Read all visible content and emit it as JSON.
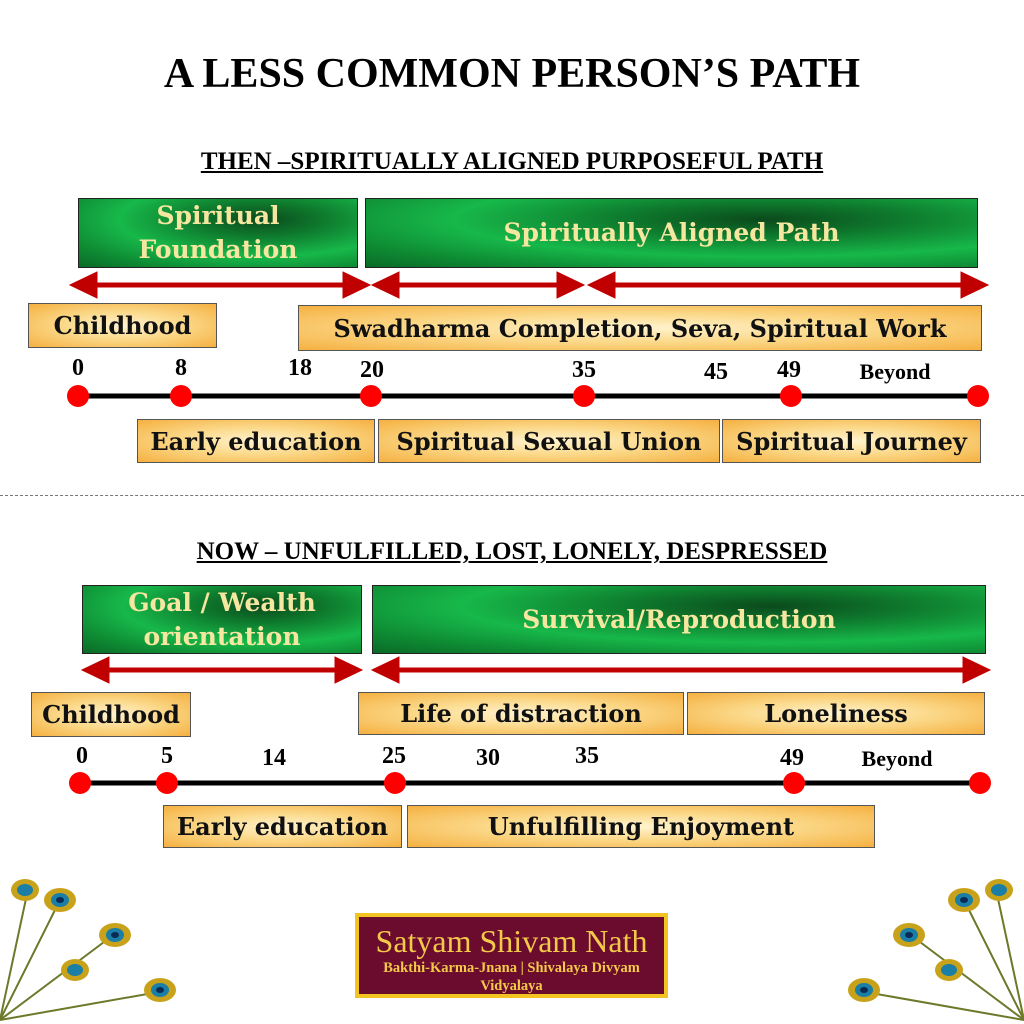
{
  "title": "A LESS COMMON PERSON’S PATH",
  "then": {
    "subtitle": "THEN –SPIRITUALLY ALIGNED PURPOSEFUL PATH",
    "phases": [
      "Spiritual Foundation",
      "Spiritually Aligned Path"
    ],
    "upper_stages": [
      "Childhood",
      "Swadharma Completion, Seva, Spiritual Work"
    ],
    "ages": [
      "0",
      "8",
      "18",
      "20",
      "35",
      "45",
      "49",
      "Beyond"
    ],
    "lower_stages": [
      "Early education",
      "Spiritual Sexual Union",
      "Spiritual Journey"
    ]
  },
  "now": {
    "subtitle": "NOW – UNFULFILLED, LOST, LONELY, DESPRESSED",
    "phases": [
      "Goal / Wealth orientation",
      "Survival/Reproduction"
    ],
    "upper_stages": [
      "Childhood",
      "Life of distraction",
      "Loneliness"
    ],
    "ages": [
      "0",
      "5",
      "14",
      "25",
      "30",
      "35",
      "49",
      "Beyond"
    ],
    "lower_stages": [
      "Early education",
      "Unfulfilling Enjoyment"
    ]
  },
  "logo": {
    "name": "Satyam Shivam Nath",
    "tagline": "Bakthi-Karma-Jnana | Shivalaya Divyam Vidyalaya"
  },
  "colors": {
    "arrow": "#c00000",
    "dot": "#ff0000",
    "green": "#17b84a",
    "orange": "#f5b040",
    "logo_bg": "#6b0c2e",
    "logo_border": "#f3c322"
  }
}
